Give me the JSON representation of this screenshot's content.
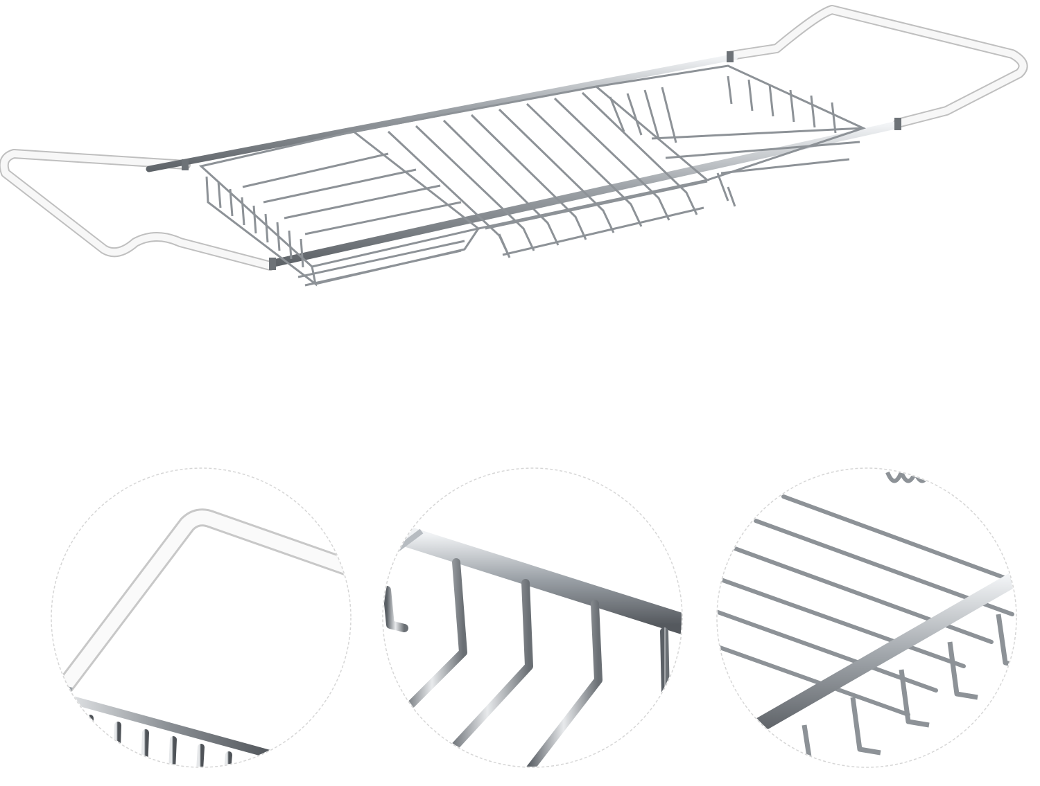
{
  "colors": {
    "background": "#ffffff",
    "chrome": "#9ea3a8",
    "chrome_dark": "#6d7277",
    "chrome_light": "#e3e6e9",
    "white_coating": "#f4f4f4",
    "white_coating_edge": "#bfbfbf",
    "circle_border": "#d6d6d6"
  },
  "illustration": {
    "main": "bathtub-caddy-rack",
    "details": [
      {
        "subject": "white-coated-handle-corner"
      },
      {
        "subject": "chrome-rail-and-wire-loops"
      },
      {
        "subject": "wire-grid-and-rail"
      }
    ]
  }
}
